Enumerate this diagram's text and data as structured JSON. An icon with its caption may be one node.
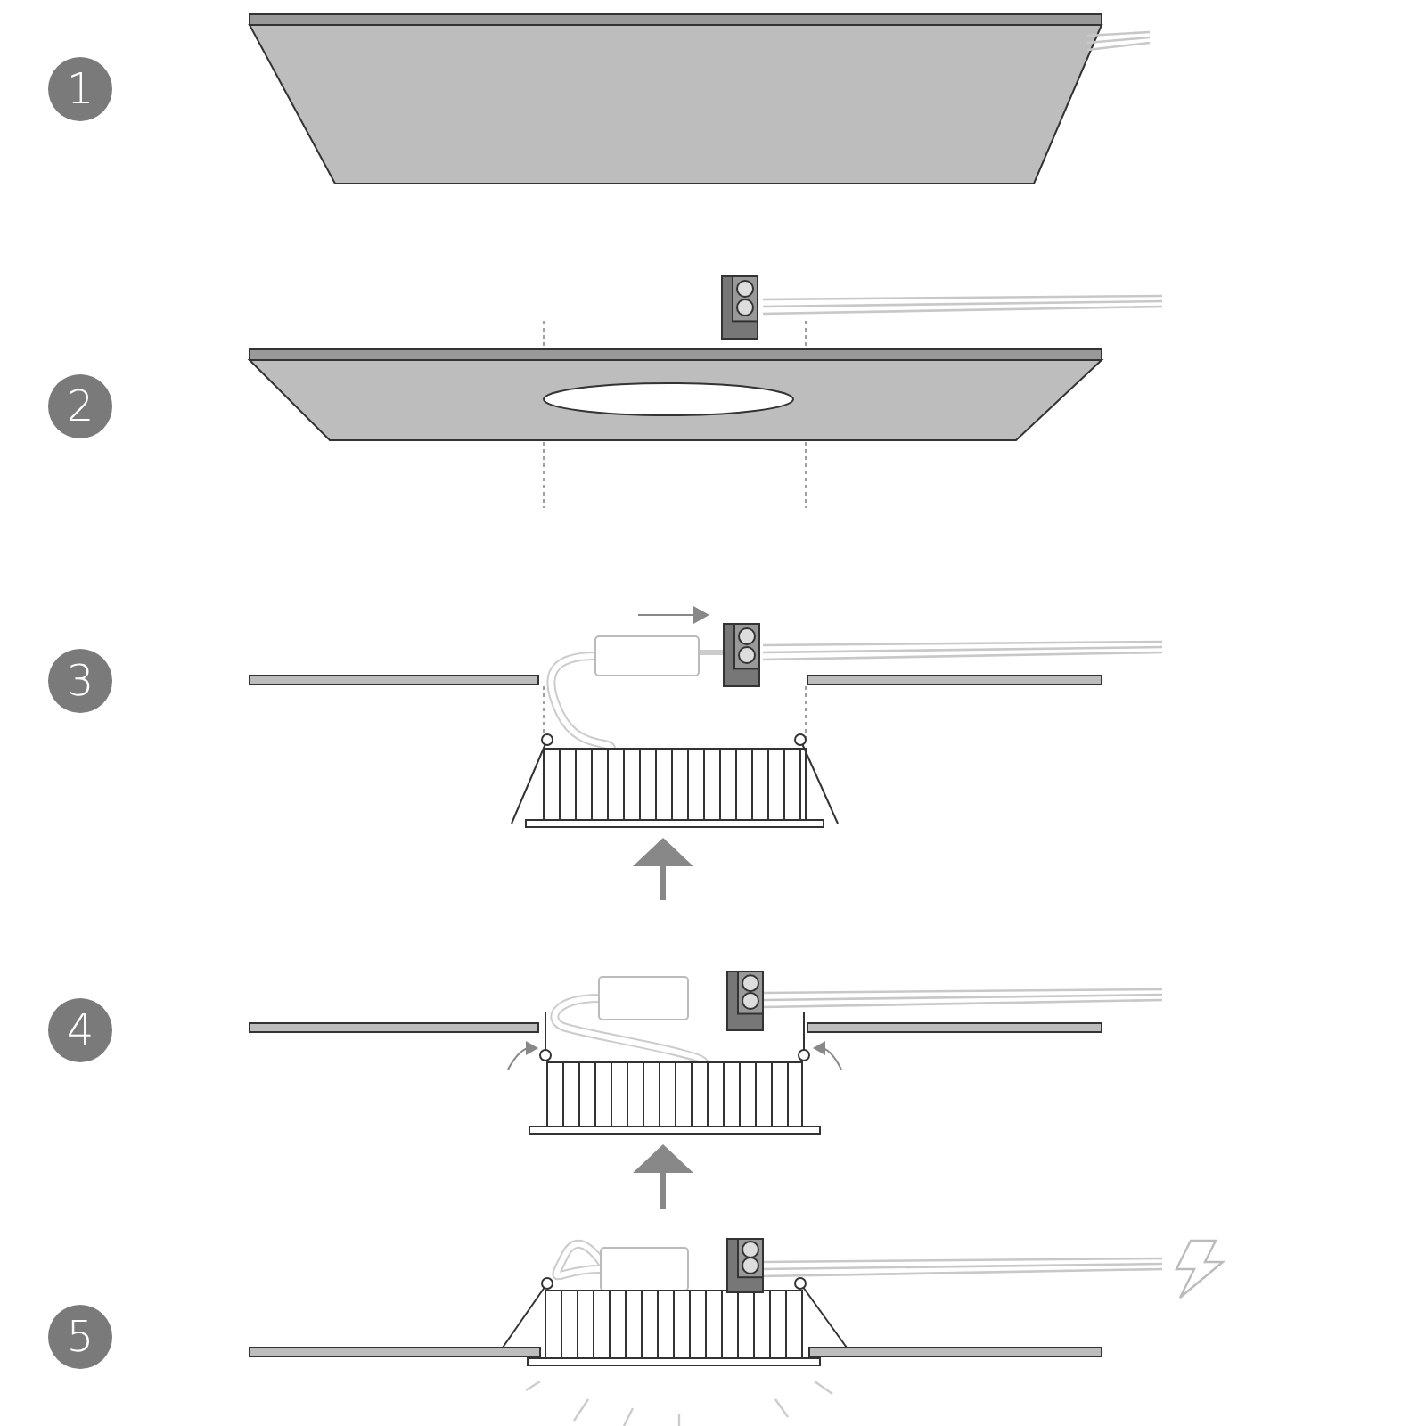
{
  "diagram": {
    "nodes": [
      {
        "text": [
          "1"
        ]
      },
      {
        "text": [
          "2"
        ]
      },
      {
        "text": [
          "3"
        ]
      },
      {
        "text": [
          "4"
        ]
      },
      {
        "text": [
          "5"
        ]
      }
    ]
  }
}
